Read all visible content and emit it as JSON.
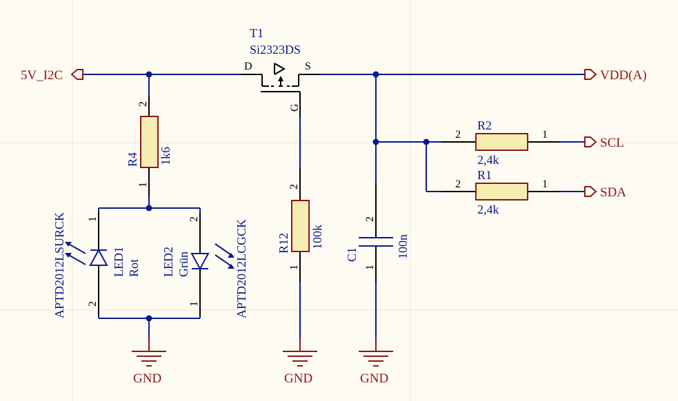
{
  "nets": {
    "five_v": "5V_I2C",
    "vdd": "VDD(A)",
    "scl": "SCL",
    "sda": "SDA",
    "gnd": "GND"
  },
  "components": {
    "t1": {
      "designator": "T1",
      "part": "Si2323DS",
      "pin_d": "D",
      "pin_s": "S",
      "pin_g": "G"
    },
    "r4": {
      "designator": "R4",
      "value": "1k6",
      "pin1": "1",
      "pin2": "2"
    },
    "r12": {
      "designator": "R12",
      "value": "100k",
      "pin1": "1",
      "pin2": "2"
    },
    "c1": {
      "designator": "C1",
      "value": "100n",
      "pin1": "1",
      "pin2": "2"
    },
    "r2": {
      "designator": "R2",
      "value": "2,4k",
      "pin1": "1",
      "pin2": "2"
    },
    "r1": {
      "designator": "R1",
      "value": "2,4k",
      "pin1": "1",
      "pin2": "2"
    },
    "led1": {
      "designator": "LED1",
      "color": "Rot",
      "part": "APTD2012LSURCK",
      "pin1": "1",
      "pin2": "2"
    },
    "led2": {
      "designator": "LED2",
      "color": "Grün",
      "part": "APTD2012LCGCK",
      "pin1": "1",
      "pin2": "2"
    }
  },
  "colors": {
    "wire": "#0a1a8c",
    "label": "#8a1818",
    "body_fill": "#f6edb1",
    "background": "#fdfbf2"
  }
}
